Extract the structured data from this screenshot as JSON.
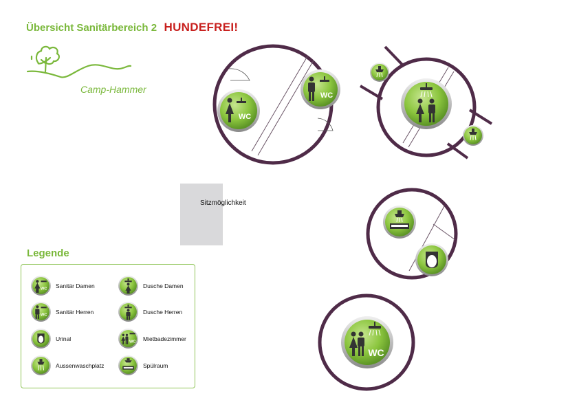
{
  "header": {
    "title": "Übersicht Sanitärbereich 2",
    "notice": "HUNDEFREI!"
  },
  "logo": {
    "text": "Camp-Hammer"
  },
  "plan": {
    "seating_label": "Sitzmöglichkeit",
    "wc_label": "WC"
  },
  "legend": {
    "title": "Legende",
    "items": [
      {
        "label": "Sanitär Damen",
        "icon": "sanitary-women-icon"
      },
      {
        "label": "Sanitär Herren",
        "icon": "sanitary-men-icon"
      },
      {
        "label": "Urinal",
        "icon": "urinal-icon"
      },
      {
        "label": "Aussenwaschplatz",
        "icon": "outdoor-washing-icon"
      },
      {
        "label": "Dusche Damen",
        "icon": "shower-women-icon"
      },
      {
        "label": "Dusche Herren",
        "icon": "shower-men-icon"
      },
      {
        "label": "Mietbadezimmer",
        "icon": "rental-bathroom-icon"
      },
      {
        "label": "Spülraum",
        "icon": "dishwashing-room-icon"
      }
    ]
  },
  "colors": {
    "wall": "#4f2b48",
    "accent_green": "#7ab83b",
    "notice_red": "#c8201e",
    "badge_green": "#8cc63f"
  }
}
